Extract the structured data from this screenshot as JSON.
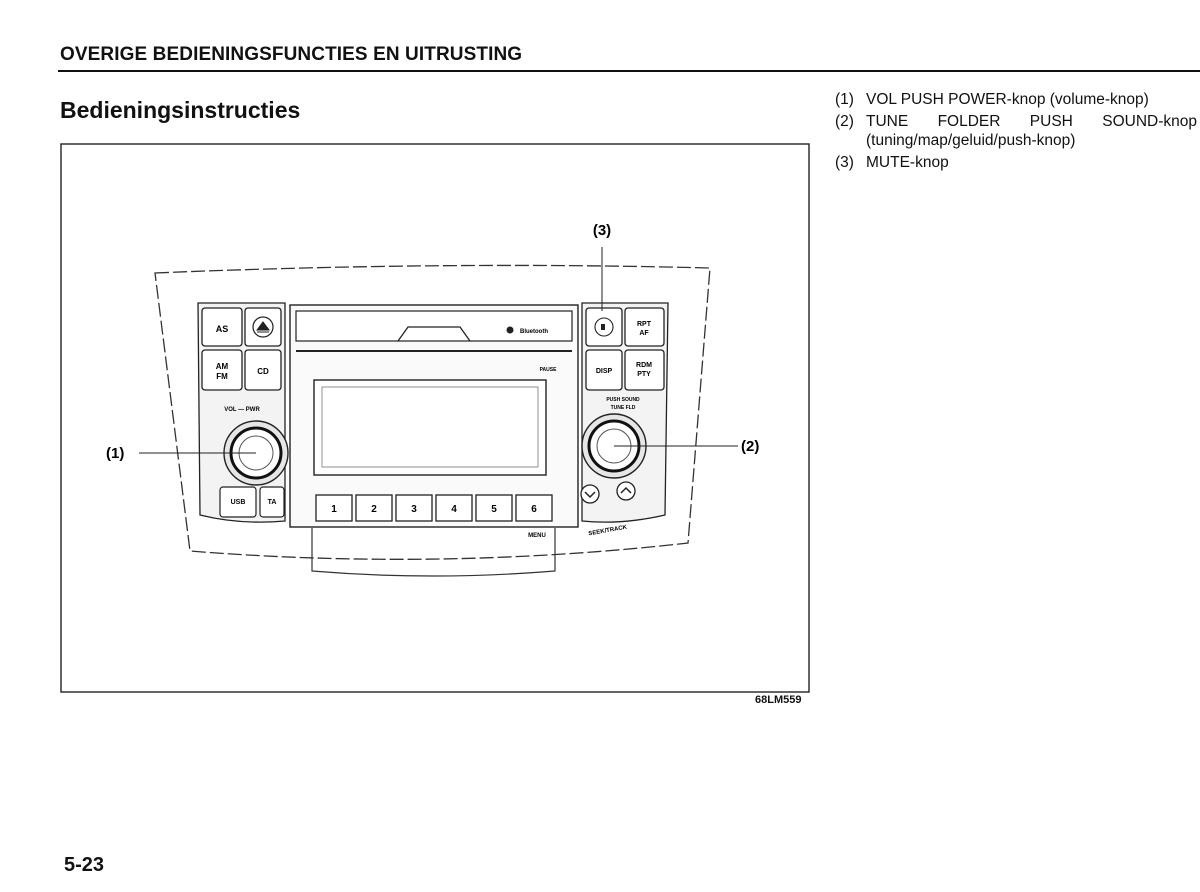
{
  "header": {
    "section_title": "OVERIGE BEDIENINGSFUNCTIES EN UITRUSTING"
  },
  "subtitle": "Bedieningsinstructies",
  "legend": [
    {
      "num": "(1)",
      "text": "VOL PUSH POWER-knop (volume-knop)"
    },
    {
      "num": "(2)",
      "text": "TUNE FOLDER PUSH SOUND-knop (tuning/map/geluid/push-knop)"
    },
    {
      "num": "(3)",
      "text": "MUTE-knop"
    }
  ],
  "figure": {
    "callouts": {
      "c1": "(1)",
      "c2": "(2)",
      "c3": "(3)"
    },
    "code": "68LM559",
    "radio_labels": {
      "as": "AS",
      "am": "AM",
      "fm": "FM",
      "cd": "CD",
      "vol_pwr": "VOL — PWR",
      "usb": "USB",
      "ta": "TA",
      "bluetooth": "Bluetooth",
      "pause": "PAUSE",
      "rpt": "RPT",
      "af": "AF",
      "disp": "DISP",
      "rdm": "RDM",
      "pty": "PTY",
      "sound": "PUSH SOUND",
      "tune_fld": "TUNE FLD",
      "seek_track": "SEEK/TRACK",
      "menu": "MENU",
      "presets": [
        "1",
        "2",
        "3",
        "4",
        "5",
        "6"
      ]
    }
  },
  "footer": {
    "page_number": "5-23"
  }
}
